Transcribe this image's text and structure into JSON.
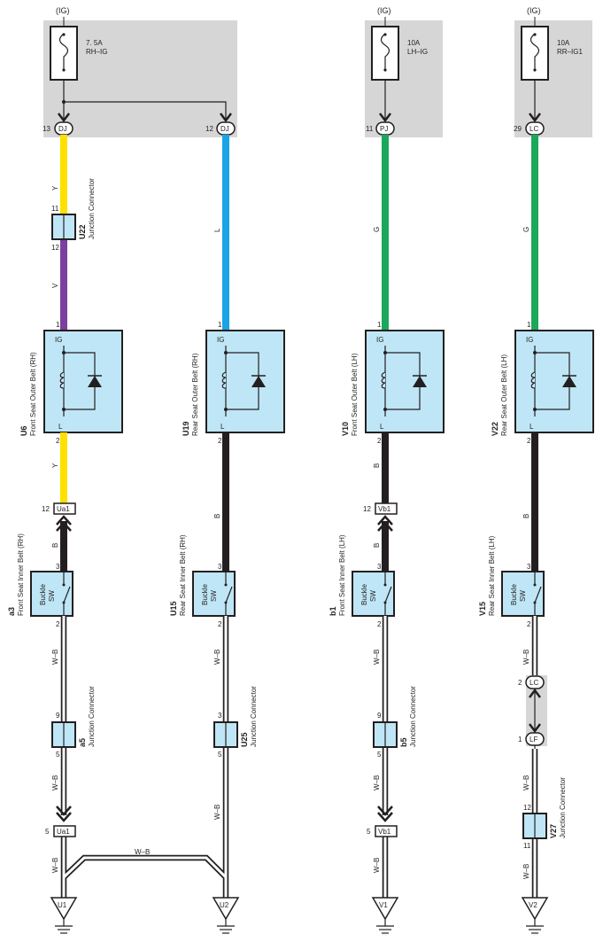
{
  "colors": {
    "fuse_box_bg": "#d6d6d6",
    "component_fill": "#bfe6f6",
    "wire_Y": "#ffe000",
    "wire_V": "#7b3fa0",
    "wire_L": "#1aa4e6",
    "wire_G": "#1ba85a",
    "wire_B": "#231f20",
    "wire_WB": "#ffffff",
    "ink": "#231f20"
  },
  "fuses": [
    {
      "id": "rh",
      "ig_label": "(IG)",
      "rating": "7. 5A",
      "name": "RH–IG"
    },
    {
      "id": "lh",
      "ig_label": "(IG)",
      "rating": "10A",
      "name": "LH–IG"
    },
    {
      "id": "rr",
      "ig_label": "(IG)",
      "rating": "10A",
      "name": "RR–IG1"
    }
  ],
  "connector_pins": [
    {
      "pin": "13",
      "code": "DJ"
    },
    {
      "pin": "12",
      "code": "DJ"
    },
    {
      "pin": "11",
      "code": "PJ"
    },
    {
      "pin": "29",
      "code": "LC"
    }
  ],
  "wire_labels": {
    "y": "Y",
    "v": "V",
    "l": "L",
    "g": "G",
    "b": "B",
    "wb": "W–B"
  },
  "junction_connectors": [
    {
      "code": "U22",
      "name": "Junction Connector",
      "pin_in": "11",
      "pin_out": "12"
    },
    {
      "code": "a5",
      "name": "Junction Connector",
      "pin_in": "9",
      "pin_out": "5"
    },
    {
      "code": "U25",
      "name": "Junction Connector",
      "pin_in": "3",
      "pin_out": "5"
    },
    {
      "code": "b5",
      "name": "Junction Connector",
      "pin_in": "9",
      "pin_out": "5"
    },
    {
      "code": "V27",
      "name": "Junction Connector",
      "pin_in": "12",
      "pin_out": "11"
    }
  ],
  "belt_units": [
    {
      "code": "U6",
      "name": "Front Seat Outer Belt (RH)",
      "pin_ig": "1",
      "pin_l": "2",
      "term_ig": "IG",
      "term_l": "L"
    },
    {
      "code": "U19",
      "name": "Rear Seat Outer Belt (RH)",
      "pin_ig": "1",
      "pin_l": "2",
      "term_ig": "IG",
      "term_l": "L"
    },
    {
      "code": "V10",
      "name": "Front Seat Outer Belt (LH)",
      "pin_ig": "1",
      "pin_l": "2",
      "term_ig": "IG",
      "term_l": "L"
    },
    {
      "code": "V22",
      "name": "Rear Seat Outer Belt (LH)",
      "pin_ig": "1",
      "pin_l": "2",
      "term_ig": "IG",
      "term_l": "L"
    }
  ],
  "inline_connectors": [
    {
      "pin": "12",
      "code": "Ua1"
    },
    {
      "pin": "12",
      "code": "Vb1"
    },
    {
      "pin": "5",
      "code": "Ua1"
    },
    {
      "pin": "5",
      "code": "Vb1"
    }
  ],
  "buckle_switches": [
    {
      "code": "a3",
      "name": "Front Seat Inner Belt (RH)",
      "label1": "Buckle",
      "label2": "SW",
      "pin_top": "3",
      "pin_bottom": "2"
    },
    {
      "code": "U15",
      "name": "Rear Seat Inner Belt (RH)",
      "label1": "Buckle",
      "label2": "SW",
      "pin_top": "3",
      "pin_bottom": "2"
    },
    {
      "code": "b1",
      "name": "Front Seat Inner Belt (LH)",
      "label1": "Buckle",
      "label2": "SW",
      "pin_top": "3",
      "pin_bottom": "2"
    },
    {
      "code": "V15",
      "name": "Rear Seat Inner Belt (LH)",
      "label1": "Buckle",
      "label2": "SW",
      "pin_top": "3",
      "pin_bottom": "2"
    }
  ],
  "lc_lf_joint": {
    "pin_top": "2",
    "code_top": "LC",
    "pin_bottom": "1",
    "code_bottom": "LF"
  },
  "grounds": [
    "U1",
    "U2",
    "V1",
    "V2"
  ]
}
